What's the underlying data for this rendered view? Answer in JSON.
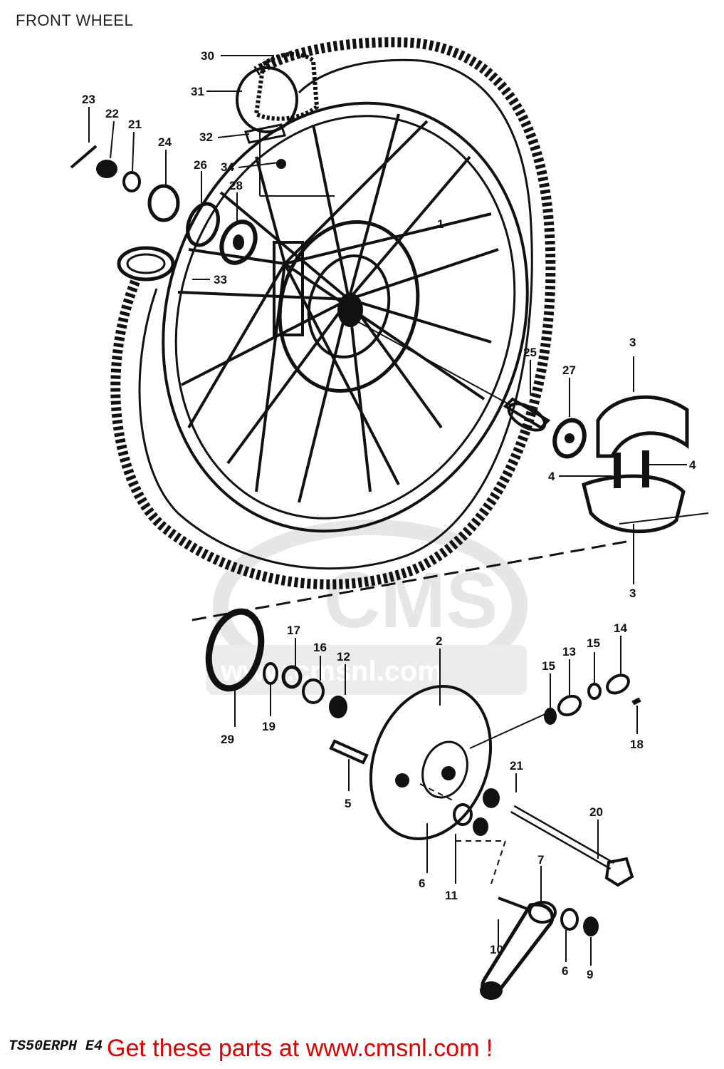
{
  "title": "FRONT WHEEL",
  "diagram_code": "TS50ERPH E4",
  "footer_link_text": "Get these parts at www.cmsnl.com !",
  "watermark": {
    "logo_text": "CMS",
    "url_text": "www.cmsnl.com"
  },
  "colors": {
    "line": "#111111",
    "link": "#e00000",
    "watermark": "#e6e6e6"
  },
  "callouts": {
    "c1": "1",
    "c2": "2",
    "c3a": "3",
    "c3b": "3",
    "c4a": "4",
    "c4b": "4",
    "c5": "5",
    "c6a": "6",
    "c6b": "6",
    "c7": "7",
    "c9": "9",
    "c10": "10",
    "c11": "11",
    "c12": "12",
    "c13": "13",
    "c14": "14",
    "c15a": "15",
    "c15b": "15",
    "c16": "16",
    "c17": "17",
    "c18": "18",
    "c19": "19",
    "c20": "20",
    "c21a": "21",
    "c21b": "21",
    "c22": "22",
    "c23": "23",
    "c24": "24",
    "c25": "25",
    "c26": "26",
    "c27": "27",
    "c28": "28",
    "c29": "29",
    "c30": "30",
    "c31": "31",
    "c32": "32",
    "c33": "33",
    "c34": "34"
  }
}
